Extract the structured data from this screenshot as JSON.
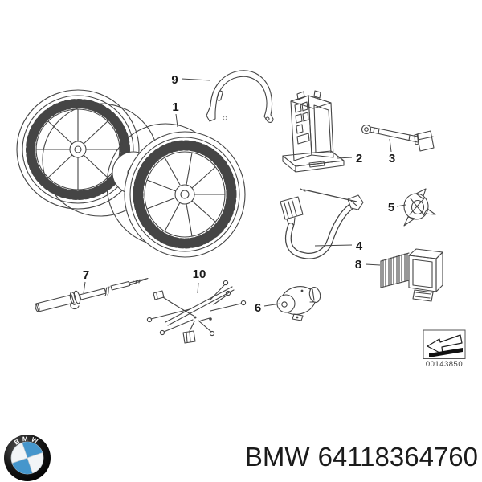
{
  "palette": {
    "line_color": "#454545",
    "label_color": "#1a1a1a",
    "logo_blue": "#4596cc",
    "logo_ring_black": "#0b0b0b",
    "background": "#ffffff"
  },
  "diagram": {
    "description_tag": "exploded-parts-diagram",
    "image_code": "00143850",
    "callouts": {
      "c1": "1",
      "c2": "2",
      "c3": "3",
      "c4": "4",
      "c5": "5",
      "c6": "6",
      "c7": "7",
      "c8": "8",
      "c9": "9",
      "c10": "10"
    }
  },
  "footer": {
    "logo_text": "BMW",
    "brand": "BMW",
    "part_number": "64118364760"
  }
}
